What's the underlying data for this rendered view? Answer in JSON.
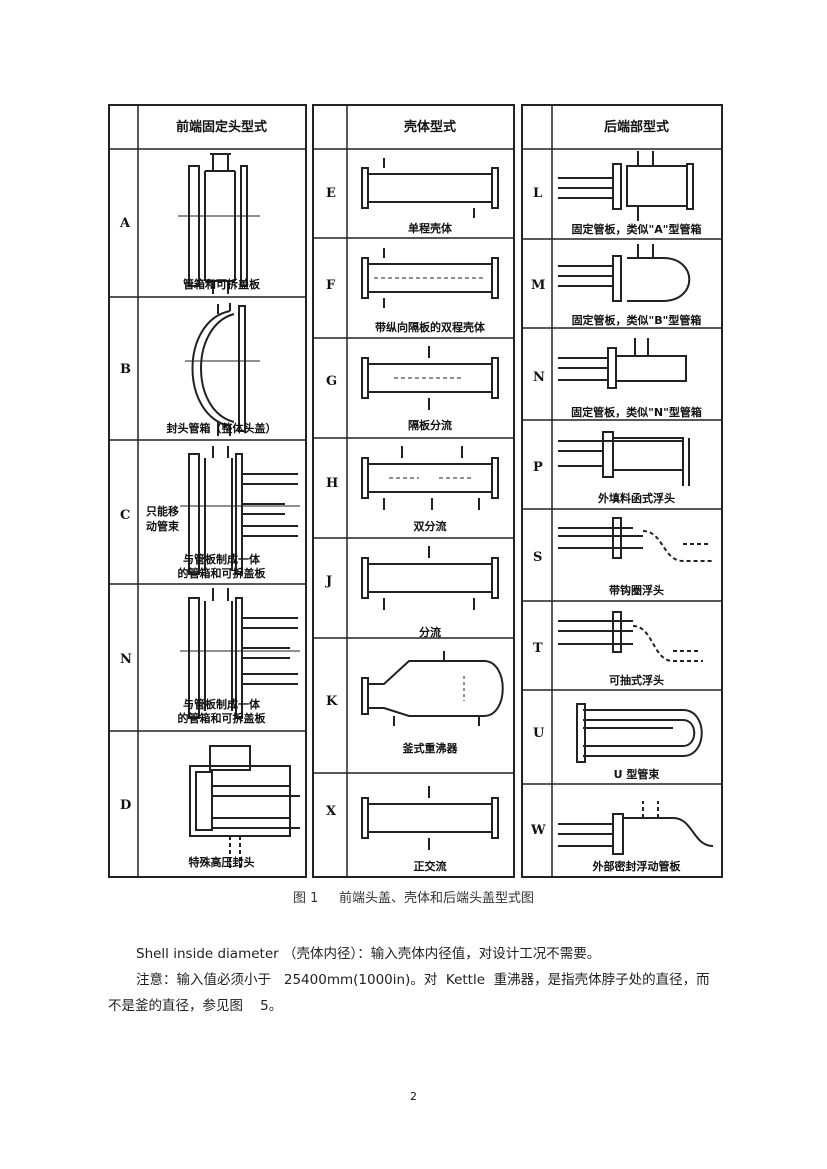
{
  "front": {
    "header": "前端固定头型式",
    "rows": [
      {
        "letter": "A",
        "caption": "管箱和可拆盖板"
      },
      {
        "letter": "B",
        "caption": "封头管箱（整体头盖）"
      },
      {
        "letter": "C",
        "caption": "与管板制成一体\n的管箱和可拆盖板",
        "note": "只能移\n动管束"
      },
      {
        "letter": "N",
        "caption": "与管板制成一体\n的管箱和可拆盖板"
      },
      {
        "letter": "D",
        "caption": "特殊高压封头"
      }
    ]
  },
  "shell": {
    "header": "壳体型式",
    "rows": [
      {
        "letter": "E",
        "caption": "单程壳体"
      },
      {
        "letter": "F",
        "caption": "带纵向隔板的双程壳体"
      },
      {
        "letter": "G",
        "caption": "隔板分流"
      },
      {
        "letter": "H",
        "caption": "双分流"
      },
      {
        "letter": "J",
        "caption": "分流"
      },
      {
        "letter": "K",
        "caption": "釜式重沸器"
      },
      {
        "letter": "X",
        "caption": "正交流"
      }
    ]
  },
  "rear": {
    "header": "后端部型式",
    "rows": [
      {
        "letter": "L",
        "caption": "固定管板，类似\"A\"型管箱"
      },
      {
        "letter": "M",
        "caption": "固定管板，类似\"B\"型管箱"
      },
      {
        "letter": "N",
        "caption": "固定管板，类似\"N\"型管箱"
      },
      {
        "letter": "P",
        "caption": "外填料函式浮头"
      },
      {
        "letter": "S",
        "caption": "带钩圈浮头"
      },
      {
        "letter": "T",
        "caption": "可抽式浮头"
      },
      {
        "letter": "U",
        "caption": "U 型管束"
      },
      {
        "letter": "W",
        "caption": "外部密封浮动管板"
      }
    ]
  },
  "figure_caption": "图 1     前端头盖、壳体和后端头盖型式图",
  "paragraph1": "Shell inside diameter （壳体内径）：输入壳体内径值，对设计工况不需要。",
  "paragraph2": "注意：输入值必须小于   25400mm(1000in)。对  Kettle  重沸器，是指壳体脖子处的直径，而不是釜的直径，参见图    5。",
  "page_number": "2"
}
